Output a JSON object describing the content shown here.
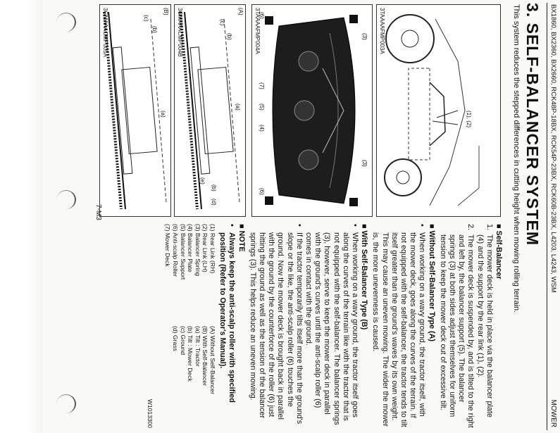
{
  "header": {
    "models": "BX1860, BX2360, BX2660, RCK48P-18BX, RCK54P-23BX, RCK60B-23BX, L4203, L4243, WSM",
    "section": "MOWER"
  },
  "title": "3. SELF-BALANCER SYSTEM",
  "intro": "This system reduces the stepped differences in cutting height when mowing rolling terrain.",
  "self_balancer": {
    "heading": "Self-Balancer",
    "items": [
      {
        "n": "1.",
        "text": "The mower deck is held in place via the balancer plate (4) and the support by the rear link (1), (2)."
      },
      {
        "n": "2.",
        "text": "The mower deck is suspended by, and is tilted to the right and left by, the balancer support (5). The balancer springs (3) at both sides adjust themselves for uniform tension to keep the mower deck out of excessive tilt."
      }
    ]
  },
  "without": {
    "heading": "Without Self-Balancer Type (A)",
    "text": "When working on a wavy ground, the tractor itself, with the mower deck, goes along the curves of the terrain. If not equipped with the self-balancer, the tractor tends to tilt itself greater than the ground's waves by its own weight. This may cause an uneven mowing. The wider the mower is, the more unevenness is caused."
  },
  "with": {
    "heading": "With Self-Balancer Type (B)",
    "bullets": [
      "When working on a wavy ground, the tractor itself goes along the curves of the terrain like with the tractor that is not equipped with the self-balancer. The balancer springs (3), however, serve to keep the mower deck in parallel with the ground's curves until the anti-scalp roller (6) comes in contact with the ground.",
      "If the tractor temporarily tilts itself more than the ground's slope or the like, the anti-scalp roller (6) touches the ground. Now the mower deck is brought back in parallel with the ground by the counterforce of the roller (6) just hitting the ground as well as the tension of the balancer springs (3). This helps reduce an uneven mowing."
    ]
  },
  "note": {
    "heading": "NOTE",
    "text": "Always keep the anti-scalp roller with specified position (Refer to Operator's Manual)."
  },
  "references": {
    "parts": [
      "(1) Rear Link (RH)",
      "(2) Rear Link (LH)",
      "(3) Balancer Spring",
      "(4) Balancer Plate",
      "(5) Balancer Support",
      "(6) Anti-scalp Roller",
      "(7) Mower Deck"
    ],
    "types": [
      "(A) Without Self-Balancer",
      "(B) With Self-Balancer",
      "(a) Tilt : Tractor",
      "(b) Tilt : Mower Deck",
      "(c) Ground",
      "(d) Grass"
    ]
  },
  "doc_code": "W1013300",
  "page_number": "7-M3",
  "figures": {
    "fig1": {
      "caption": "3TAAAAFMP003A",
      "labels": [
        "(1), (2)"
      ]
    },
    "fig2": {
      "caption": "3TAAAAFMP004A",
      "labels": [
        "(3)",
        "(4)",
        "(5)",
        "(6)",
        "(7)",
        "(6)",
        "(3)"
      ]
    },
    "fig3": {
      "caption": "3GMAAACMP004B",
      "group": "(A)",
      "labels": [
        "(a)",
        "(b)",
        "(c)",
        "(b)",
        "(d)",
        "(e)"
      ]
    },
    "fig4": {
      "caption": "3GMAAACMP005A",
      "group": "(B)",
      "labels": [
        "(a)",
        "(b)",
        "(c)"
      ]
    }
  }
}
